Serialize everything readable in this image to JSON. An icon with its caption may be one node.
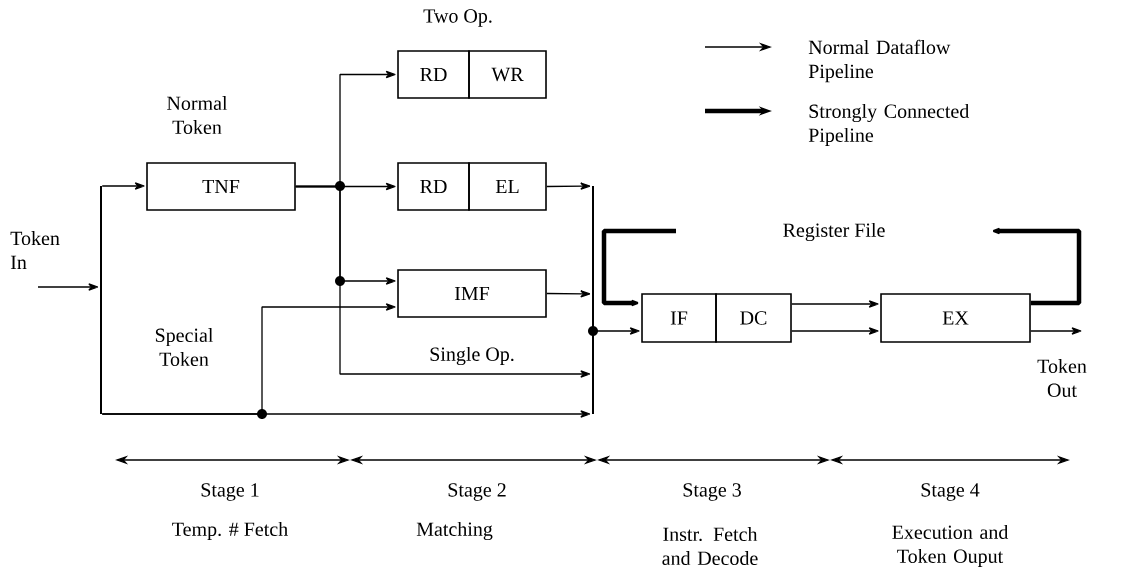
{
  "diagram": {
    "nodes": [
      {
        "text": [],
        "shape": "bar"
      },
      {
        "text": [
          "TNF"
        ]
      },
      {
        "text": [
          "RD"
        ]
      },
      {
        "text": [
          "WR"
        ]
      },
      {
        "text": [
          "RD"
        ]
      },
      {
        "text": [
          "EL"
        ]
      },
      {
        "text": [
          "IMF"
        ]
      },
      {
        "text": [],
        "shape": "bar"
      },
      {
        "text": [
          "IF"
        ]
      },
      {
        "text": [
          "DC"
        ]
      },
      {
        "text": [
          "EX"
        ]
      }
    ],
    "edges": [
      {
        "from": null,
        "to": 0,
        "arrow": "to"
      },
      {
        "from": 0,
        "to": 1,
        "arrow": "to"
      },
      {
        "from": 1,
        "to": 2,
        "arrow": "to"
      },
      {
        "from": 1,
        "to": 4,
        "arrow": "to"
      },
      {
        "from": 1,
        "to": 6,
        "arrow": "to"
      },
      {
        "from": 1,
        "to": 7,
        "arrow": "to",
        "label": "Single Op."
      },
      {
        "from": 0,
        "to": 6,
        "arrow": "to"
      },
      {
        "from": 0,
        "to": 7,
        "arrow": "to"
      },
      {
        "from": 5,
        "to": 7,
        "arrow": "to"
      },
      {
        "from": 6,
        "to": 7,
        "arrow": "to"
      },
      {
        "from": 7,
        "to": 8,
        "arrow": "to"
      },
      {
        "from": 9,
        "to": 10,
        "arrow": "to"
      },
      {
        "from": 9,
        "to": 10,
        "arrow": "to"
      },
      {
        "from": 10,
        "to": null,
        "arrow": "to"
      },
      {
        "from": 10,
        "to": null,
        "arrow": "to",
        "style": "thick"
      },
      {
        "from": null,
        "to": 8,
        "arrow": "to",
        "style": "thick"
      }
    ],
    "labels": [
      "Two Op.",
      "Normal Token",
      "Token In",
      "Register File",
      "Special Token",
      "Token Out",
      "Stage 1",
      "Stage 2",
      "Stage 3",
      "Stage 4",
      "Temp. # Fetch",
      "Matching",
      "Instr. Fetch and Decode",
      "Execution and Token Ouput"
    ],
    "legend": [
      {
        "text": "Normal Dataflow Pipeline"
      },
      {
        "text": "Strongly Connected Pipeline"
      }
    ]
  }
}
